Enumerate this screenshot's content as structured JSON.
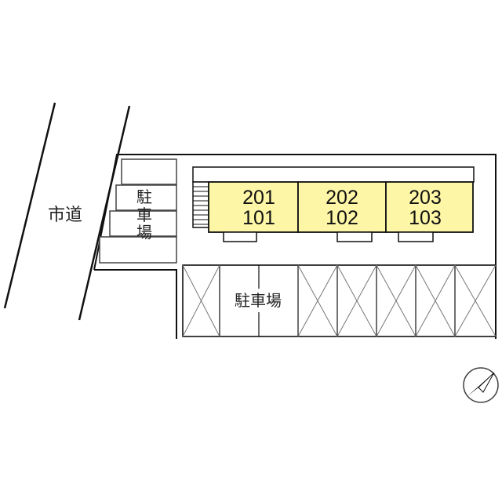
{
  "road": {
    "label": "市道"
  },
  "parking_small": {
    "label": "駐車場",
    "chars": [
      "駐",
      "車",
      "場"
    ]
  },
  "parking_main": {
    "label": "駐車場"
  },
  "units": [
    {
      "upper": "201",
      "lower": "101"
    },
    {
      "upper": "202",
      "lower": "102"
    },
    {
      "upper": "203",
      "lower": "103"
    }
  ],
  "colors": {
    "unit_fill": "#fdf6a6",
    "line": "#111111",
    "background": "#ffffff"
  },
  "compass": {
    "icon": "north-arrow-icon"
  }
}
